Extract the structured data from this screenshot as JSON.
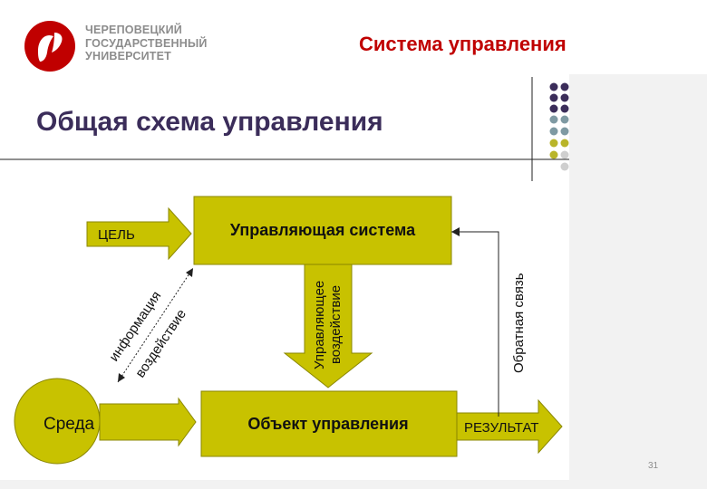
{
  "header": {
    "university_lines": [
      "ЧЕРЕПОВЕЦКИЙ",
      "ГОСУДАРСТВЕННЫЙ",
      "УНИВЕРСИТЕТ"
    ],
    "section_title": "Система управления"
  },
  "slide": {
    "title": "Общая схема управления",
    "page_number": "31"
  },
  "diagram": {
    "control_system": "Управляющая система",
    "controlled_object": "Объект управления",
    "environment": "Среда",
    "goal": "ЦЕЛЬ",
    "result": "РЕЗУЛЬТАТ",
    "control_action_line1": "Управляющее",
    "control_action_line2": "воздействие",
    "feedback": "Обратная связь",
    "information": "информация",
    "influence": "воздействие"
  },
  "colors": {
    "box_fill": "#c8c200",
    "box_stroke": "#8a8700",
    "accent_red": "#c00000",
    "title_purple": "#3b2d5a",
    "dot_purple": "#3b2d5a",
    "dot_teal": "#7f9aa3",
    "dot_olive": "#b9b52a",
    "dot_grey": "#cfcfcf"
  }
}
